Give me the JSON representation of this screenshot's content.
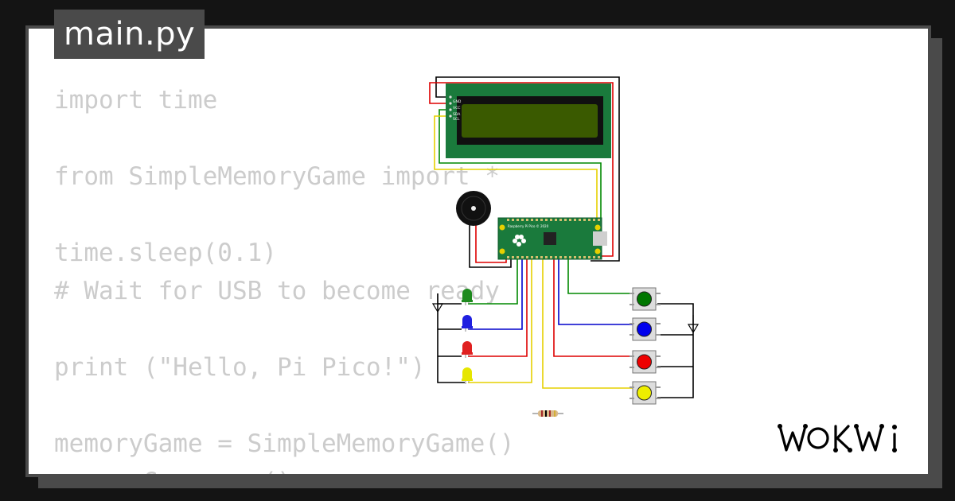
{
  "file_tab": {
    "label": "main.py"
  },
  "code": {
    "lines": [
      "import time",
      "",
      "from SimpleMemoryGame import *",
      "",
      "time.sleep(0.1)",
      "# Wait for USB to become ready",
      "",
      "print (\"Hello, Pi Pico!\")",
      "",
      "memoryGame = SimpleMemoryGame()",
      "memoryGame.run()"
    ]
  },
  "diagram": {
    "board_label": "Raspberry Pi Pico © 2020",
    "lcd_pins": [
      "GND",
      "VCC",
      "SDA",
      "SCL"
    ],
    "led_colors": [
      "#1e8a1e",
      "#2020e0",
      "#e02020",
      "#e6e600"
    ],
    "button_colors": [
      "#007700",
      "#0000ee",
      "#ee0000",
      "#eeee00"
    ],
    "wire_colors": {
      "gnd": "#000000",
      "vcc": "#dd0000",
      "sda": "#008800",
      "scl": "#e6d000",
      "blue": "#0000cc"
    },
    "accent_colors": {
      "pcb": "#1a7a3c",
      "lcd_screen": "#3a5a00"
    }
  },
  "brand": {
    "name": "WOKWi"
  }
}
